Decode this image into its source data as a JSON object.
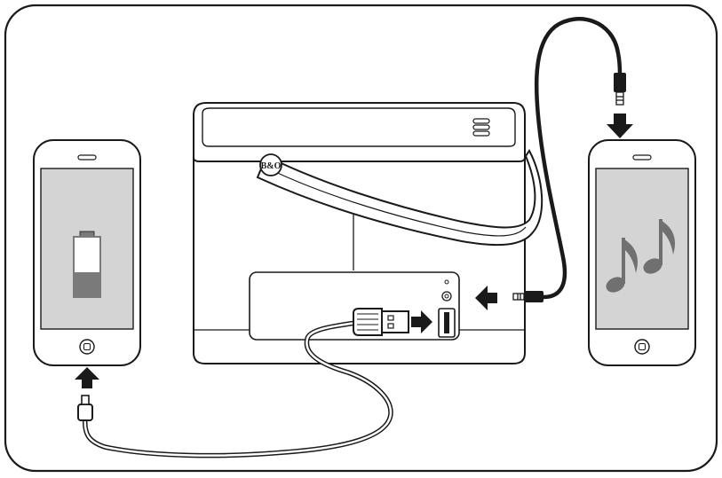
{
  "scene": {
    "brand_logo_text": "B&O",
    "left_phone_screen": "battery-charging",
    "right_phone_screen": "music-notes",
    "colors": {
      "outline": "#1a1a1a",
      "screen": "#d4d4d4",
      "battery_fill": "#7a7a7a",
      "note": "#707070",
      "background": "#ffffff"
    },
    "arrows": [
      {
        "id": "usb-into-speaker",
        "direction": "right"
      },
      {
        "id": "aux-into-speaker",
        "direction": "left"
      },
      {
        "id": "aux-into-phone",
        "direction": "down"
      },
      {
        "id": "cable-into-phone",
        "direction": "up"
      }
    ]
  }
}
